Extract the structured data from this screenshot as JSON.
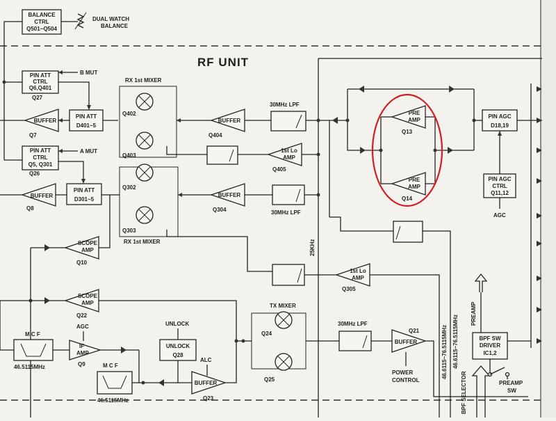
{
  "title": "RF UNIT",
  "balance": {
    "box_line1": "BALANCE",
    "box_line2": "CTRL",
    "box_line3": "Q501~Q504",
    "label_line1": "DUAL WATCH",
    "label_line2": "BALANCE"
  },
  "top_left": {
    "b_mut": "B MUT",
    "pin_att_ctrl_1": {
      "line1": "PIN ATT",
      "line2": "CTRL",
      "line3": "Q6,Q401",
      "ref": "Q27"
    },
    "pin_att_1": {
      "line1": "PIN ATT",
      "line2": "D401~5"
    },
    "buffer_q7": {
      "label": "BUFFER",
      "ref": "Q7"
    },
    "a_mut": "A MUT",
    "pin_att_ctrl_2": {
      "line1": "PIN ATT",
      "line2": "CTRL",
      "line3": "Q5, Q301",
      "ref": "Q26"
    },
    "pin_att_2": {
      "line1": "PIN ATT",
      "line2": "D301~5"
    },
    "buffer_q8": {
      "label": "BUFFER",
      "ref": "Q8"
    },
    "scope_amp_q10": {
      "line1": "SCOPE",
      "line2": "AMP",
      "ref": "Q10"
    },
    "scope_amp_q22": {
      "line1": "SCOPE",
      "line2": "AMP",
      "ref": "Q22"
    }
  },
  "mixers": {
    "rx_mixer_top": "RX 1st MIXER",
    "rx_mixer_bottom": "RX 1st MIXER",
    "q402": "Q402",
    "q403": "Q403",
    "q302": "Q302",
    "q303": "Q303",
    "tx_mixer": "TX MIXER",
    "q24": "Q24",
    "q25": "Q25"
  },
  "buffers": {
    "buffer_q404": {
      "label": "BUFFER",
      "ref": "Q404"
    },
    "buffer_q304": {
      "label": "BUFFER",
      "ref": "Q304"
    },
    "buffer_q23": {
      "label": "BUFFER",
      "ref": "Q23"
    },
    "buffer_q21": {
      "label": "BUFFER",
      "ref": "Q21"
    }
  },
  "filters": {
    "lpf_top": "30MHz LPF",
    "lpf_mid": "30MHz LPF",
    "lpf_tx": "30MHz LPF",
    "freq_25khz": "25KHz"
  },
  "lo_amps": {
    "q405": {
      "line1": "1st Lo",
      "line2": "AMP",
      "ref": "Q405"
    },
    "q305": {
      "line1": "1st Lo",
      "line2": "AMP",
      "ref": "Q305"
    }
  },
  "preamp": {
    "q13": {
      "line1": "PRE",
      "line2": "AMP",
      "ref": "Q13"
    },
    "q14": {
      "line1": "PRE",
      "line2": "AMP",
      "ref": "Q14"
    }
  },
  "pin_agc": {
    "line1": "PIN AGC",
    "line2": "D18,19"
  },
  "pin_agc_ctrl": {
    "line1": "PIN AGC",
    "line2": "CTRL",
    "line3": "Q11,12",
    "agc": "AGC"
  },
  "if_section": {
    "mcf_1": "M C F",
    "mcf_1_freq": "46.5115MHz",
    "mcf_2": "M C F",
    "mcf_2_freq": "46.5115MHz",
    "agc": "AGC",
    "if_amp": {
      "line1": "IF",
      "line2": "AMP",
      "ref": "Q9"
    },
    "unlock": "UNLOCK",
    "unlock_box": {
      "line1": "UNLOCK",
      "line2": "Q28"
    },
    "alc": "ALC"
  },
  "power_control": {
    "line1": "POWER",
    "line2": "CONTROL"
  },
  "vertical_labels": {
    "freq_1": "46.6115~76.5115MHz",
    "freq_2": "46.6115~76.5115MHz",
    "bpf_selector": "BPF SELECTOR",
    "preamp": "PREAMP"
  },
  "bpf_sw": {
    "line1": "BPF SW",
    "line2": "DRIVER",
    "line3": "IC1,2",
    "preamp_sw_line1": "PREAMP",
    "preamp_sw_line2": "SW"
  }
}
